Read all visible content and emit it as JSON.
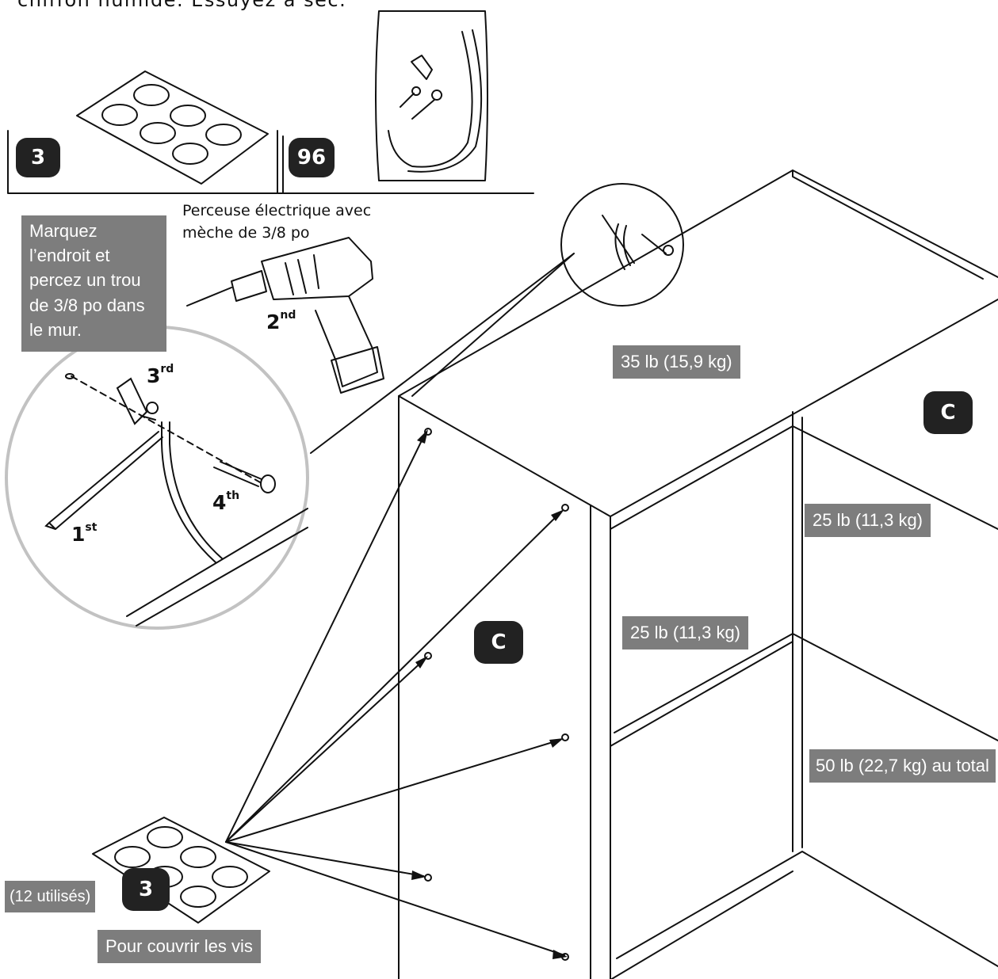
{
  "intro_text": "chiffon humide. Essuyez à sec.",
  "parts": {
    "caps_count": "3",
    "hardware_count": "96",
    "caps_count_bottom": "3",
    "cabinet_label_top": "C",
    "cabinet_label_side": "C"
  },
  "tools": {
    "drill_label": "Perceuse électrique avec mèche de 3/8 po"
  },
  "instruction": {
    "mark_and_drill": "Marquez l’endroit et percez un trou de 3/8 po dans le mur."
  },
  "steps": {
    "first": "1",
    "first_suffix": "st",
    "second": "2",
    "second_suffix": "nd",
    "third": "3",
    "third_suffix": "rd",
    "fourth": "4",
    "fourth_suffix": "th"
  },
  "weights": {
    "top": "35 lb (15,9 kg)",
    "shelf_upper_right": "25 lb (11,3 kg)",
    "shelf_middle": "25 lb (11,3 kg)",
    "total": "50 lb (22,7 kg) au total"
  },
  "caps_note": {
    "used": "(12 utilisés)",
    "purpose": "Pour couvrir les vis"
  }
}
